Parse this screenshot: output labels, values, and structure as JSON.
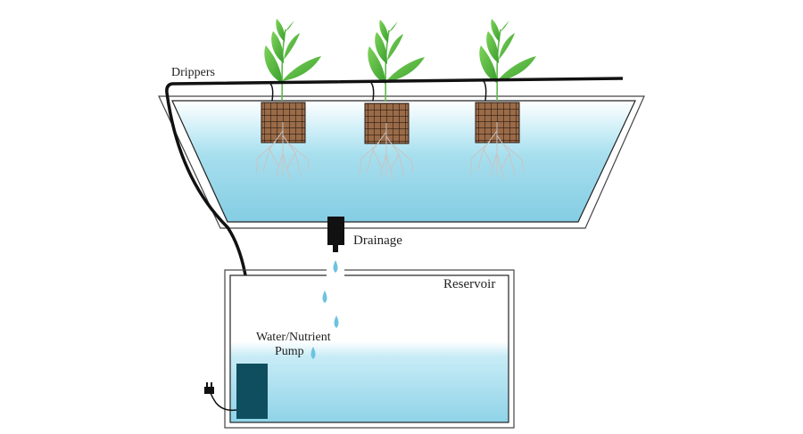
{
  "labels": {
    "drippers": "Drippers",
    "drainage": "Drainage",
    "reservoir": "Reservoir",
    "pump_line1": "Water/Nutrient",
    "pump_line2": "Pump"
  },
  "colors": {
    "water": "#8fd3e8",
    "leaf": "#4cb83a",
    "cube": "#8b5e3c",
    "pump": "#0f4e5f",
    "tube": "#111111"
  },
  "plants": 3
}
